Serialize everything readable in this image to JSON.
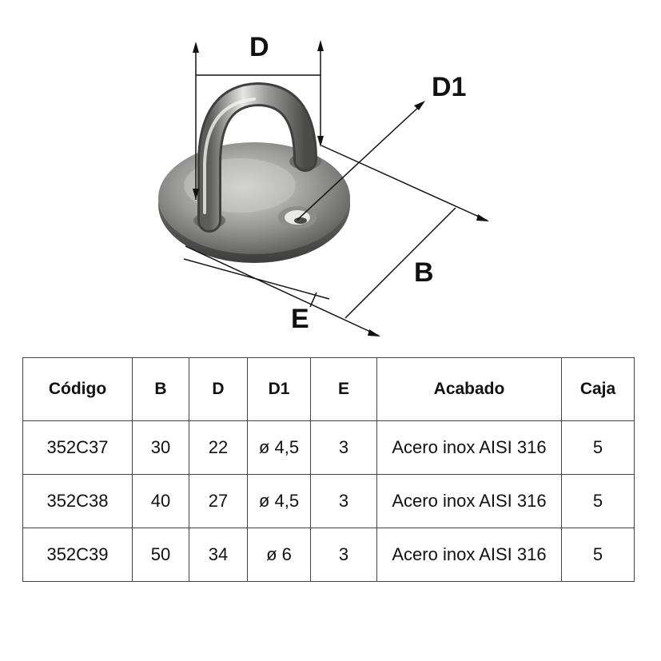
{
  "diagram": {
    "labels": {
      "d": "D",
      "d1": "D1",
      "b": "B",
      "e": "E"
    }
  },
  "table": {
    "headers": [
      "Código",
      "B",
      "D",
      "D1",
      "E",
      "Acabado",
      "Caja"
    ],
    "rows": [
      [
        "352C37",
        "30",
        "22",
        "ø 4,5",
        "3",
        "Acero inox AISI 316",
        "5"
      ],
      [
        "352C38",
        "40",
        "27",
        "ø 4,5",
        "3",
        "Acero inox AISI 316",
        "5"
      ],
      [
        "352C39",
        "50",
        "34",
        "ø 6",
        "3",
        "Acero inox AISI 316",
        "5"
      ]
    ]
  }
}
